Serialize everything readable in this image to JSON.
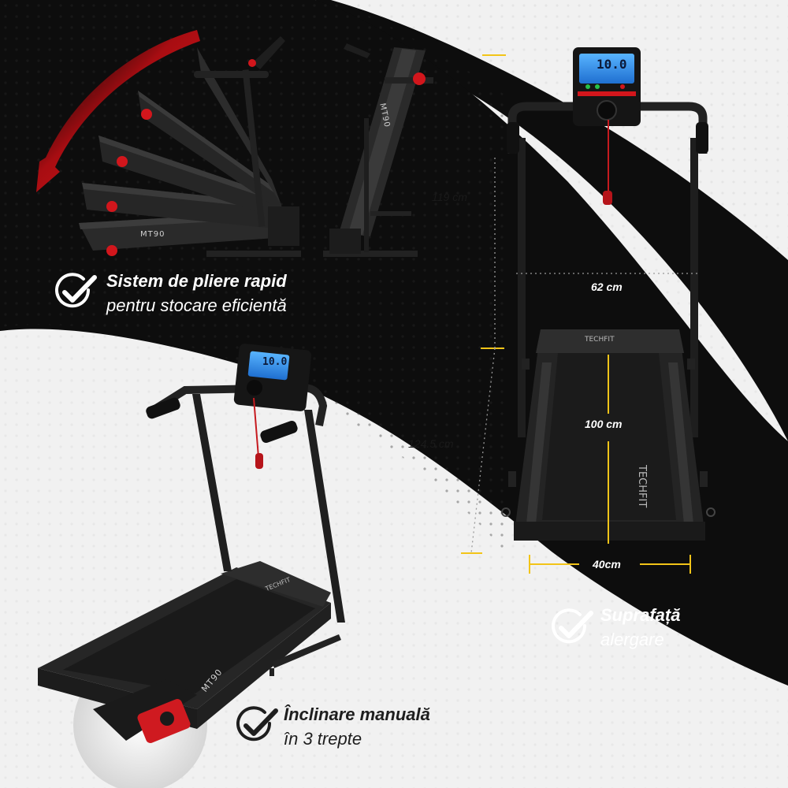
{
  "features": {
    "folding": {
      "title": "Sistem de pliere rapid",
      "subtitle": "pentru stocare eficientă",
      "icon": "check-circle-icon"
    },
    "running_surface": {
      "title": "Suprafață",
      "subtitle": "alergare",
      "icon": "check-circle-icon"
    },
    "incline": {
      "title": "Înclinare manuală",
      "subtitle": "în 3 trepte",
      "icon": "check-circle-icon"
    }
  },
  "dimensions": {
    "height_console": "119 cm",
    "width": "62 cm",
    "belt_length": "100 cm",
    "total_length": "124.5 cm",
    "belt_width": "40cm"
  },
  "branding": {
    "brand": "TECHFIT",
    "model": "MT90",
    "display_value": "10.0"
  },
  "colors": {
    "dark_bg": "#0d0d0d",
    "light_bg": "#f1f1f1",
    "accent_yellow": "#f2c418",
    "accent_red": "#d2161c",
    "frame": "#262626",
    "lcd_blue": "#2d8fe6"
  }
}
